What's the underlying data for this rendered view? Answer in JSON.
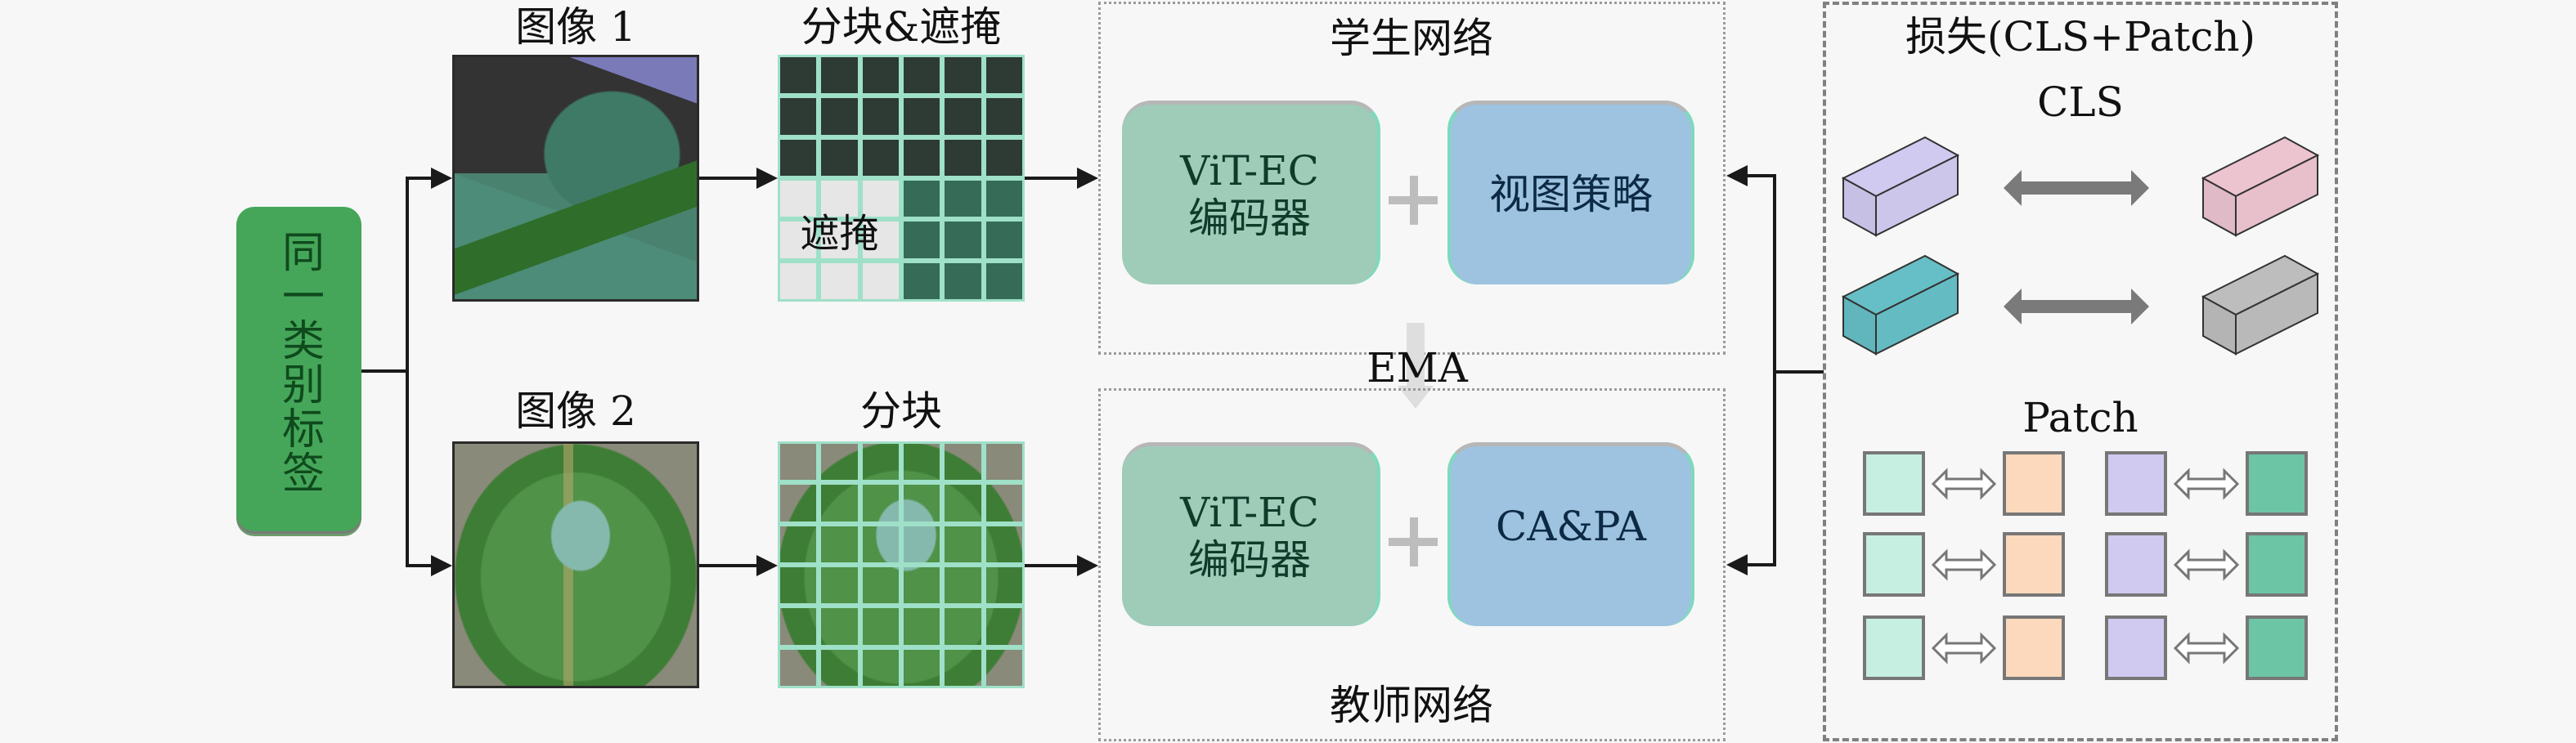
{
  "label_box": {
    "text": "同一类别标签",
    "color": "#45a65a"
  },
  "inputs": {
    "image1_title": "图像 1",
    "image2_title": "图像 2",
    "grid1_title": "分块&遮掩",
    "grid2_title": "分块",
    "mask_label": "遮掩",
    "grid_size": {
      "rows": 6,
      "cols": 6
    },
    "masked_cells_grid1": [
      [
        3,
        0
      ],
      [
        3,
        1
      ],
      [
        3,
        2
      ],
      [
        4,
        0
      ],
      [
        4,
        1
      ],
      [
        4,
        2
      ],
      [
        5,
        0
      ],
      [
        5,
        1
      ],
      [
        5,
        2
      ]
    ]
  },
  "student": {
    "title": "学生网络",
    "encoder_line1": "ViT-EC",
    "encoder_line2": "编码器",
    "module": "视图策略"
  },
  "ema": {
    "label": "EMA"
  },
  "teacher": {
    "title": "教师网络",
    "encoder_line1": "ViT-EC",
    "encoder_line2": "编码器",
    "module": "CA&PA"
  },
  "loss": {
    "title": "损失(CLS+Patch)",
    "cls_label": "CLS",
    "patch_label": "Patch",
    "cls_pairs": [
      {
        "left_color": "#d0caf0",
        "right_color": "#ecc4d0"
      },
      {
        "left_color": "#66bfc6",
        "right_color": "#bdbdbd"
      }
    ],
    "patch_pairs": [
      {
        "left_color": "#c6efe2",
        "right_color": "#fcd9bc"
      },
      {
        "left_color": "#d0caf0",
        "right_color": "#6cc5a5"
      }
    ],
    "patch_rows": 3
  },
  "colors": {
    "encoder": "#9fcbb9",
    "module": "#9dc3e0",
    "grid_line": "#9fe0c8"
  }
}
